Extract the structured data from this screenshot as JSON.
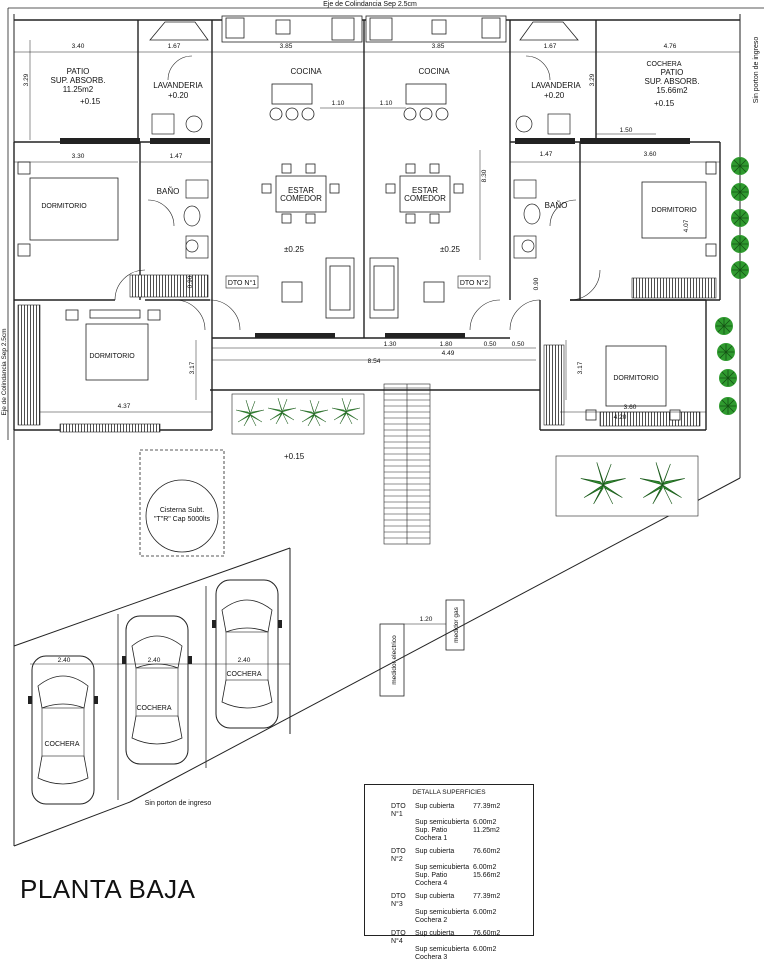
{
  "title": "PLANTA BAJA",
  "labels": {
    "top_axis": "Eje de Colindancia Sep 2.5cm",
    "left_axis": "Eje de Colindancia Sep 2.5cm",
    "right_gate": "Sin porton de ingreso",
    "bottom_gate": "Sin porton de ingreso",
    "patio_left": "PATIO",
    "patio_left_sup": "SUP. ABSORB.",
    "patio_left_area": "11.25m2",
    "patio_right": "PATIO",
    "patio_right_sup": "SUP. ABSORB.",
    "patio_right_area": "15.66m2",
    "cochera_4": "COCHERA",
    "lavanderia": "LAVANDERIA",
    "cocina": "COCINA",
    "estar": "ESTAR",
    "comedor": "COMEDOR",
    "dormitorio": "DORMITORIO",
    "bano": "BAÑO",
    "dto1": "DTO N°1",
    "dto2": "DTO N°2",
    "cisterna1": "Cisterna Subt.",
    "cisterna2": "\"T\"R\" Cap 5000lts",
    "cochera": "COCHERA",
    "medidor_electrico": "medidor electrico",
    "medidor_gas": "medidor gas",
    "lvl_015": "+0.15",
    "lvl_020": "+0.20",
    "lvl_025": "±0.25"
  },
  "dims": {
    "d340": "3.40",
    "d167": "1.67",
    "d385": "3.85",
    "d476": "4.76",
    "d329": "3.29",
    "d330": "3.30",
    "d147": "1.47",
    "d360": "3.60",
    "d150": "1.50",
    "d110": "1.10",
    "d830": "8.30",
    "d090": "0.90",
    "d317": "3.17",
    "d437": "4.37",
    "d130": "1.30",
    "d180": "1.80",
    "d050": "0.50",
    "d449": "4.49",
    "d854": "8.54",
    "d420": "4.20",
    "d240": "2.40",
    "d120": "1.20",
    "d407": "4.07"
  },
  "superficies": {
    "heading": "DETALLA SUPERFICIES",
    "units": [
      {
        "dto": "DTO N°1",
        "rows": [
          [
            "Sup cubierta",
            "77.39m2"
          ],
          [
            "Sup semicubierta",
            "6.00m2"
          ],
          [
            "Sup. Patio",
            "11.25m2"
          ]
        ],
        "cochera": "Cochera 1"
      },
      {
        "dto": "DTO N°2",
        "rows": [
          [
            "Sup cubierta",
            "76.60m2"
          ],
          [
            "Sup semicubierta",
            "6.00m2"
          ],
          [
            "Sup. Patio",
            "15.66m2"
          ]
        ],
        "cochera": "Cochera 4"
      },
      {
        "dto": "DTO N°3",
        "rows": [
          [
            "Sup cubierta",
            "77.39m2"
          ],
          [
            "Sup semicubierta",
            "6.00m2"
          ]
        ],
        "cochera": "Cochera 2"
      },
      {
        "dto": "DTO N°4",
        "rows": [
          [
            "Sup cubierta",
            "76.60m2"
          ],
          [
            "Sup semicubierta",
            "6.00m2"
          ]
        ],
        "cochera": "Cochera 3"
      }
    ]
  }
}
